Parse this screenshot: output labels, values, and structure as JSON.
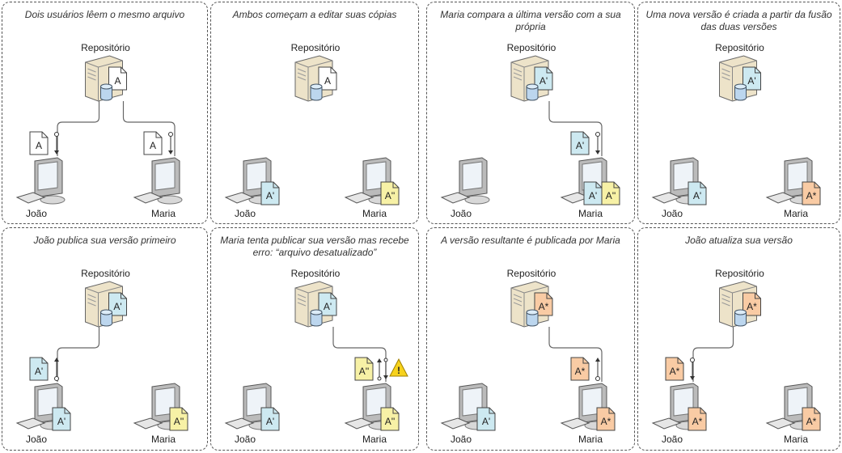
{
  "labels": {
    "server": "Repositório",
    "user_left": "João",
    "user_right": "Maria"
  },
  "colors": {
    "white": "#ffffff",
    "blue": "#cde9f1",
    "yellow": "#f7f1a6",
    "orange": "#f9cba4"
  },
  "panels": [
    {
      "title": "Dois usuários lêem o mesmo arquivo",
      "server_doc": {
        "label": "A",
        "color": "white"
      },
      "links": [
        "left",
        "right"
      ],
      "transfers": [
        {
          "side": "left",
          "label": "A",
          "color": "white",
          "dir": "down"
        },
        {
          "side": "right",
          "label": "A",
          "color": "white",
          "dir": "down"
        }
      ],
      "joao_docs": [],
      "maria_docs": []
    },
    {
      "title": "Ambos começam a editar suas cópias",
      "server_doc": {
        "label": "A",
        "color": "white"
      },
      "links": [],
      "transfers": [],
      "joao_docs": [
        {
          "label": "A'",
          "color": "blue"
        }
      ],
      "maria_docs": [
        {
          "label": "A''",
          "color": "yellow"
        }
      ]
    },
    {
      "title": "Maria compara a última versão com a sua própria",
      "server_doc": {
        "label": "A'",
        "color": "blue"
      },
      "links": [
        "right"
      ],
      "transfers": [
        {
          "side": "right",
          "label": "A'",
          "color": "blue",
          "dir": "down"
        }
      ],
      "joao_docs": [],
      "maria_docs": [
        {
          "label": "A'",
          "color": "blue"
        },
        {
          "label": "A''",
          "color": "yellow"
        }
      ]
    },
    {
      "title": "Uma nova versão é criada a partir da fusão das duas versões",
      "server_doc": {
        "label": "A'",
        "color": "blue"
      },
      "links": [],
      "transfers": [],
      "joao_docs": [
        {
          "label": "A'",
          "color": "blue"
        }
      ],
      "maria_docs": [
        {
          "label": "A*",
          "color": "orange"
        }
      ]
    },
    {
      "title": "João publica sua versão primeiro",
      "server_doc": {
        "label": "A'",
        "color": "blue"
      },
      "links": [
        "left"
      ],
      "transfers": [
        {
          "side": "left",
          "label": "A'",
          "color": "blue",
          "dir": "up"
        }
      ],
      "joao_docs": [
        {
          "label": "A'",
          "color": "blue"
        }
      ],
      "maria_docs": [
        {
          "label": "A''",
          "color": "yellow"
        }
      ]
    },
    {
      "title": "Maria tenta publicar sua versão mas recebe erro: “arquivo desatualizado”",
      "server_doc": {
        "label": "A'",
        "color": "blue"
      },
      "links": [
        "right"
      ],
      "transfers": [
        {
          "side": "right",
          "label": "A''",
          "color": "yellow",
          "dir": "both",
          "warning": true
        }
      ],
      "joao_docs": [
        {
          "label": "A'",
          "color": "blue"
        }
      ],
      "maria_docs": [
        {
          "label": "A''",
          "color": "yellow"
        }
      ]
    },
    {
      "title": "A versão resultante é publicada por Maria",
      "server_doc": {
        "label": "A*",
        "color": "orange"
      },
      "links": [
        "right"
      ],
      "transfers": [
        {
          "side": "right",
          "label": "A*",
          "color": "orange",
          "dir": "up"
        }
      ],
      "joao_docs": [
        {
          "label": "A'",
          "color": "blue"
        }
      ],
      "maria_docs": [
        {
          "label": "A*",
          "color": "orange"
        }
      ]
    },
    {
      "title": "João atualiza sua versão",
      "server_doc": {
        "label": "A*",
        "color": "orange"
      },
      "links": [
        "left"
      ],
      "transfers": [
        {
          "side": "left",
          "label": "A*",
          "color": "orange",
          "dir": "down"
        }
      ],
      "joao_docs": [
        {
          "label": "A*",
          "color": "orange"
        }
      ],
      "maria_docs": [
        {
          "label": "A*",
          "color": "orange"
        }
      ]
    }
  ]
}
